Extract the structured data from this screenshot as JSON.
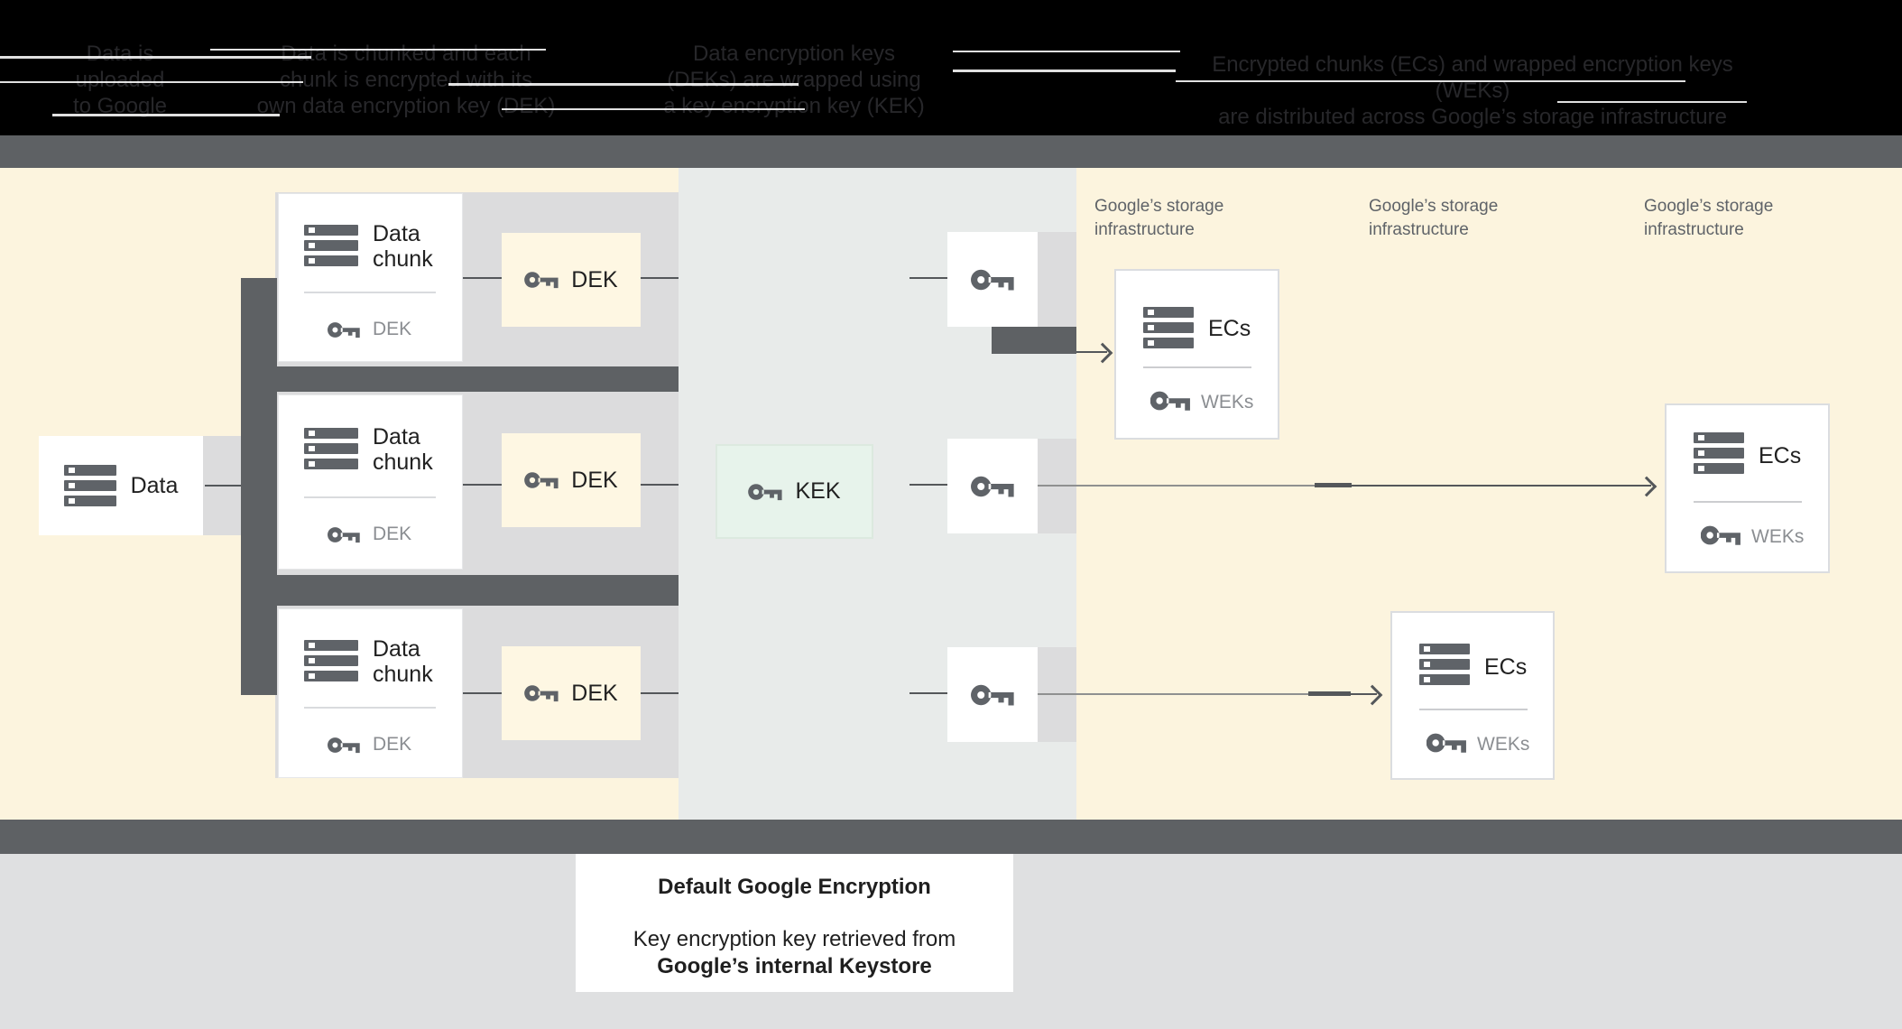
{
  "header": {
    "captions": [
      {
        "lines": [
          "Data is",
          "uploaded",
          "to Google"
        ]
      },
      {
        "lines": [
          "Data is chunked and each",
          "chunk is encrypted with its",
          "own data encryption key (DEK)"
        ]
      },
      {
        "lines": [
          "Data encryption keys",
          "(DEKs) are wrapped using",
          "a key encryption key (KEK)"
        ]
      },
      {
        "lines": [
          "Encrypted chunks (ECs) and wrapped encryption keys (WEKs)",
          "are distributed across Google’s storage infrastructure"
        ]
      }
    ]
  },
  "diagram": {
    "data_label": "Data",
    "chunk_label_line1": "Data",
    "chunk_label_line2": "chunk",
    "dek_small_label": "DEK",
    "dek_box_label": "DEK",
    "kek_label": "KEK",
    "storage_label": "Google’s storage infrastructure",
    "ecs_label": "ECs",
    "weks_label": "WEKs"
  },
  "footer": {
    "title": "Default Google Encryption",
    "line1": "Key encryption key retrieved from",
    "line2": "Google’s internal Keystore"
  },
  "colors": {
    "header_bg": "#000000",
    "band_dark": "#5e6164",
    "section_cream": "#fcf4de",
    "column_blue": "#e8ebea",
    "column_gray": "#dcdcdd",
    "dek_fill": "#fef7e3",
    "kek_fill": "#e7f3eb",
    "footer_bg": "#dfe0e1",
    "icon_gray": "#5f6368",
    "line_gray": "#54575a"
  }
}
